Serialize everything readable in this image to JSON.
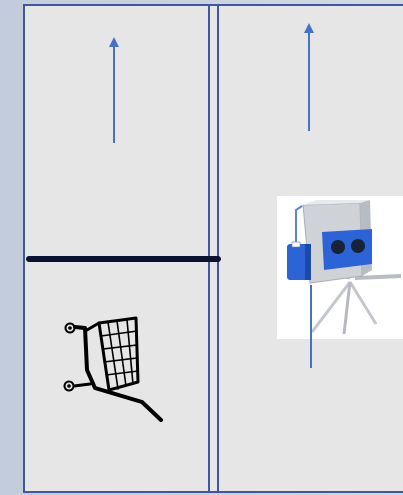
{
  "diagram": {
    "lanes": [
      {
        "id": "left-lane",
        "direction": "up"
      },
      {
        "id": "right-lane",
        "direction": "up"
      }
    ],
    "icons": {
      "shopping_cart": "shopping-cart-icon",
      "sanitizer_turnstile": "hand-sanitizer-turnstile-icon",
      "flow_arrow": "arrow-up-icon"
    },
    "colors": {
      "lane_border": "#3f56a0",
      "lane_fill": "#e6e6e6",
      "arrow": "#4472c4",
      "barrier": "#0b1330",
      "machine_body": "#c9cdd3",
      "machine_accent": "#2c63d6"
    }
  }
}
